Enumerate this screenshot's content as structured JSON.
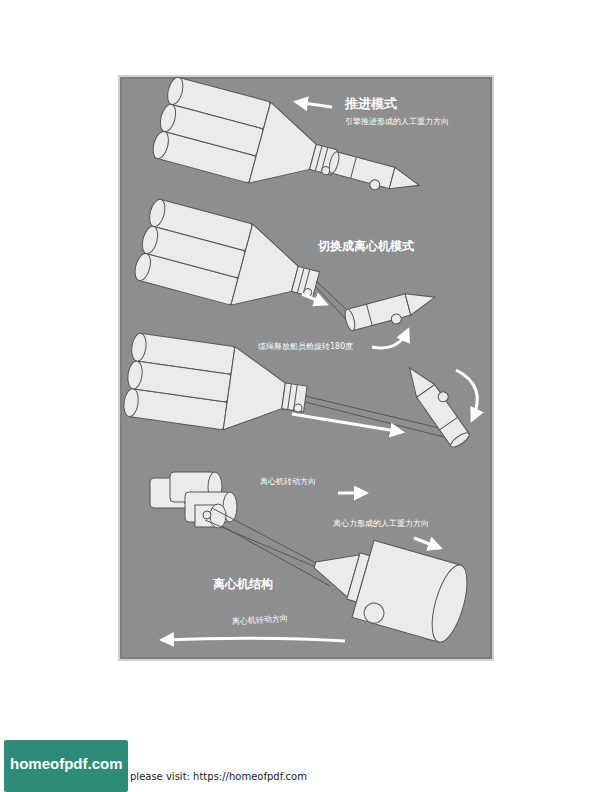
{
  "diagram": {
    "labels": [
      "推进模式",
      "引擎推进形成的人工重力方向",
      "切换成离心机模式",
      "缆绳释放船员舱旋转180度",
      "离心机转动方向",
      "离心力形成的人工重力方向",
      "离心机结构",
      "离心机转动方向",
      "homeofpdf.com",
      "please visit: https://homeofpdf.com"
    ]
  }
}
